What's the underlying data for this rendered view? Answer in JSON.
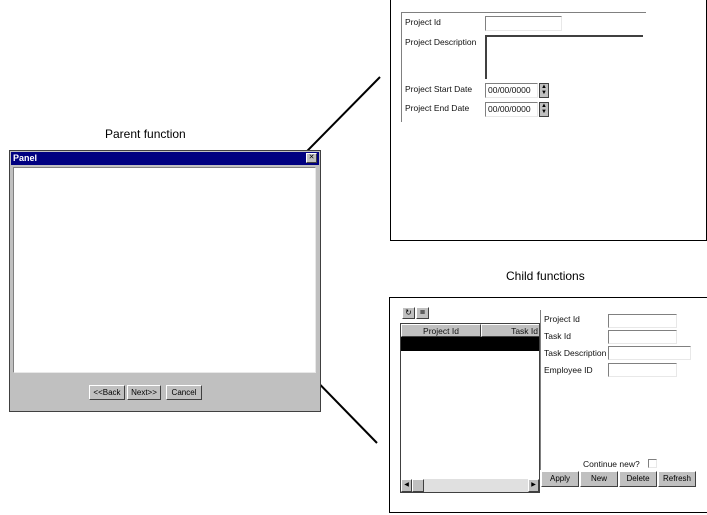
{
  "captions": {
    "parent": "Parent function",
    "child": "Child functions"
  },
  "project_form": {
    "project_id_label": "Project Id",
    "project_id_value": "",
    "description_label": "Project Description",
    "description_value": "",
    "start_date_label": "Project Start Date",
    "start_date_value": "00/00/0000",
    "end_date_label": "Project End Date",
    "end_date_value": "00/00/0000"
  },
  "panel": {
    "title": "Panel",
    "close_glyph": "✕",
    "back_label": "<<Back",
    "next_label": "Next>>",
    "cancel_label": "Cancel"
  },
  "child_form": {
    "toolbar_icons": [
      "refresh-icon",
      "filter-icon"
    ],
    "grid_columns": [
      "Project Id",
      "Task Id"
    ],
    "task_project_id_label": "Project Id",
    "task_id_label": "Task Id",
    "task_description_label": "Task Description",
    "employee_id_label": "Employee ID",
    "continue_new_label": "Continue new?",
    "apply_label": "Apply",
    "new_label": "New",
    "delete_label": "Delete",
    "refresh_label": "Refresh"
  }
}
